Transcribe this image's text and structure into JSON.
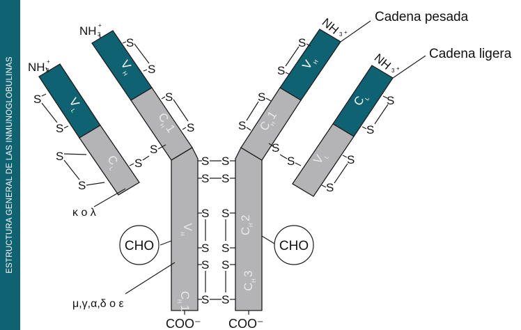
{
  "sidebar": {
    "title": "ESTRUCTURA GENERAL DE LAS INMUNOGLOBULINAS"
  },
  "colors": {
    "variable_domain": "#0f6272",
    "constant_domain": "#b4b4b6",
    "sidebar": "#0f6272"
  },
  "labels": {
    "heavy_chain": "Cadena pesada",
    "light_chain": "Cadena ligera",
    "n_terminus": "NH",
    "n_terminus_sub": "3",
    "n_terminus_sup": "+",
    "c_terminus": "COO⁻",
    "carbohydrate": "CHO",
    "light_chain_types": "κ o λ",
    "heavy_chain_types": "μ,γ,α,δ o ε",
    "sulfur": "S"
  },
  "domains": {
    "left_light_variable": {
      "main": "V",
      "sub": "L"
    },
    "left_light_constant": {
      "main": "C",
      "sub": "L"
    },
    "left_heavy_variable": {
      "main": "V",
      "sub": "H"
    },
    "left_heavy_ch1": {
      "main": "C",
      "sub": "H",
      "num": "1"
    },
    "left_stem_upper": {
      "main": "V",
      "sub": "H"
    },
    "left_stem_lower": {
      "main": "C",
      "sub": "H",
      "num": "1"
    },
    "right_stem_upper": {
      "main": "C",
      "sub": "H",
      "num": "2"
    },
    "right_stem_lower": {
      "main": "C",
      "sub": "H",
      "num": "3"
    },
    "right_heavy_variable": {
      "main": "V",
      "sub": "H"
    },
    "right_heavy_ch1": {
      "main": "C",
      "sub": "H",
      "num": "1"
    },
    "right_light_teal": {
      "main": "C",
      "sub": "L"
    },
    "right_light_grey": {
      "main": "V",
      "sub": "L"
    }
  }
}
